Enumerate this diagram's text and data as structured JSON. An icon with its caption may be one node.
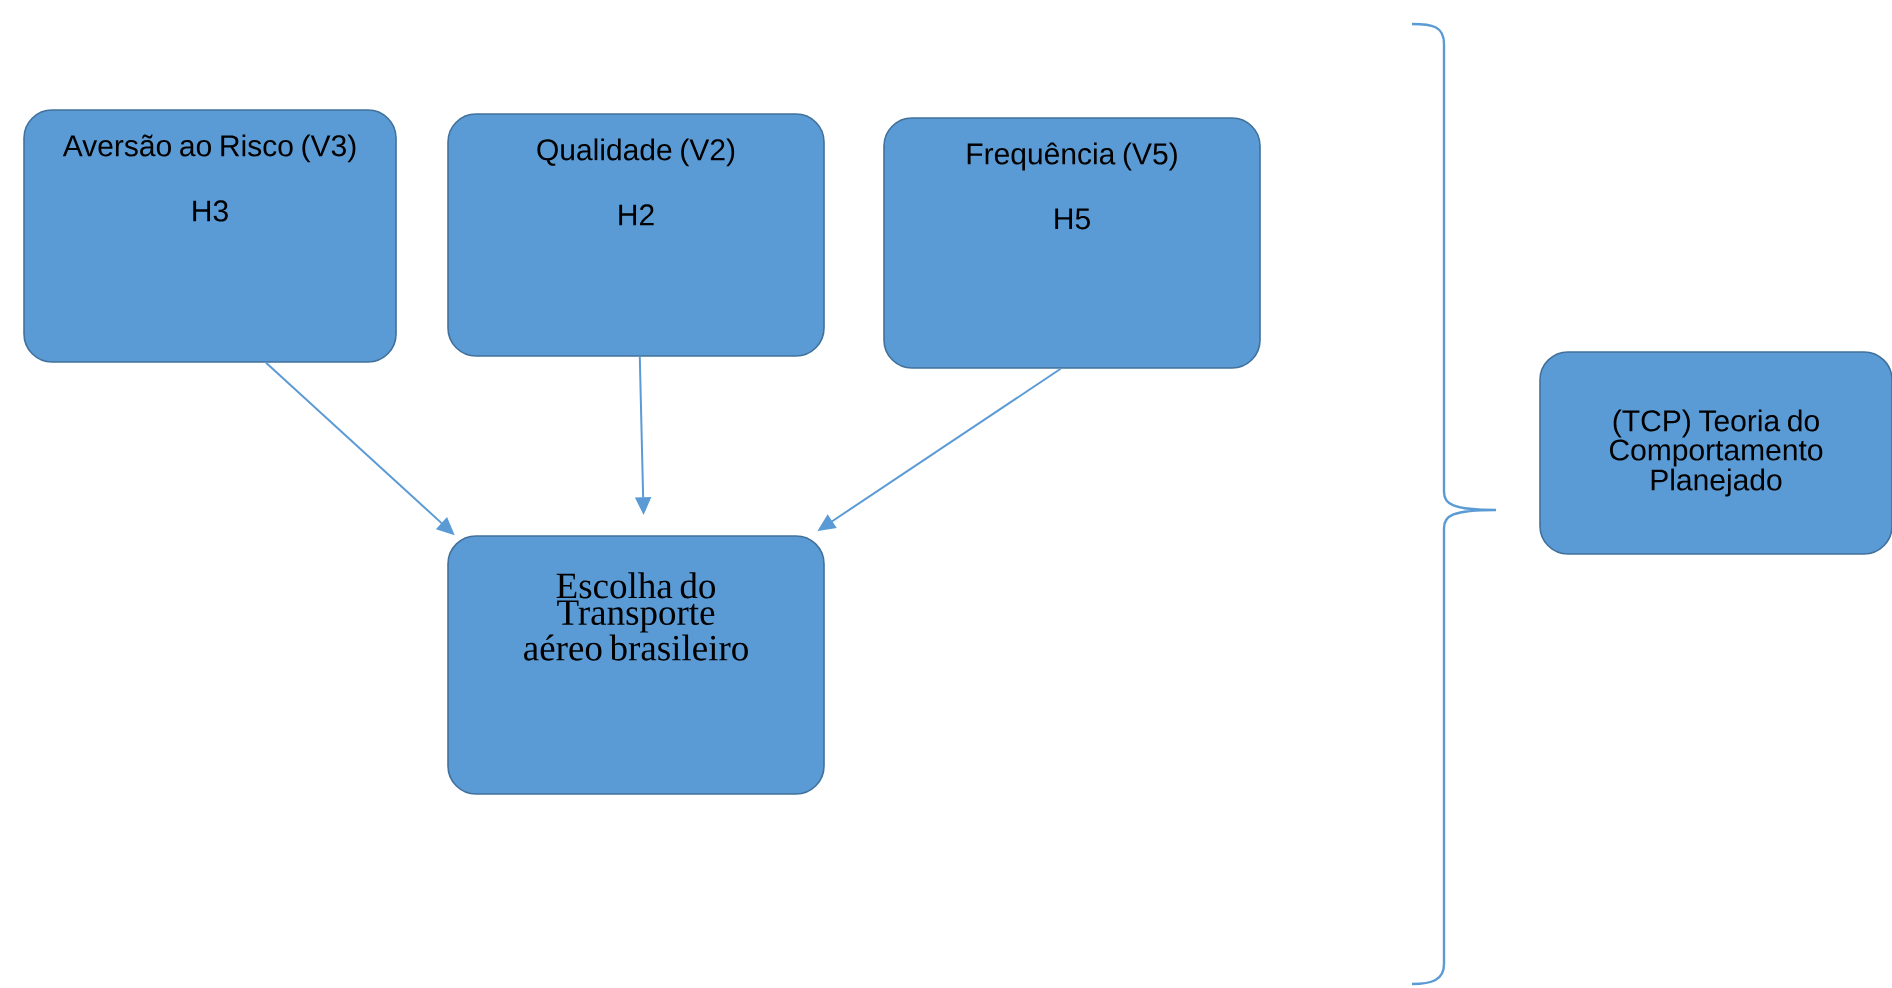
{
  "diagram": {
    "nodes": [
      {
        "text": [
          "Aversão ao Risco (V3)",
          "H3"
        ]
      },
      {
        "text": [
          "Qualidade (V2)",
          "H2"
        ]
      },
      {
        "text": [
          "Frequência (V5)",
          "H5"
        ]
      },
      {
        "text": [
          "Escolha do Transporte aéreo brasileiro"
        ]
      },
      {
        "text": [
          "(TCP) Teoria do Comportamento Planejado"
        ]
      }
    ],
    "edges": [
      {
        "from": 0,
        "to": 3,
        "arrow": "to"
      },
      {
        "from": 1,
        "to": 3,
        "arrow": "to"
      },
      {
        "from": 2,
        "to": 3,
        "arrow": "to"
      }
    ]
  }
}
